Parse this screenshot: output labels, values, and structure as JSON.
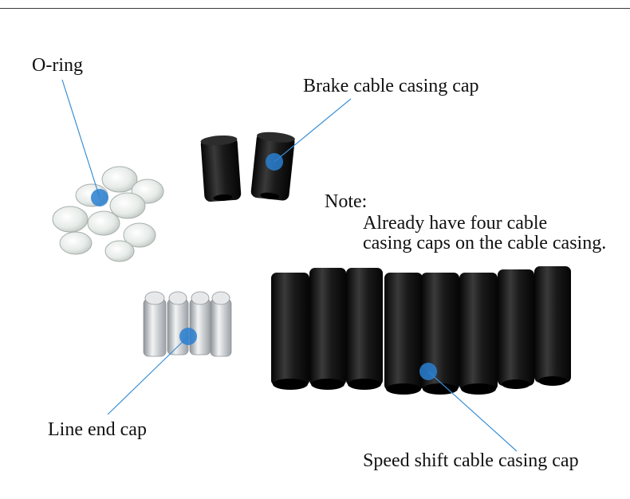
{
  "labels": {
    "o_ring": "O-ring",
    "brake_cap": "Brake cable casing cap",
    "note_title": "Note:",
    "note_line1": "Already have four cable",
    "note_line2": "casing caps on the cable casing.",
    "line_end_cap": "Line end cap",
    "speed_shift_cap": "Speed shift cable casing cap"
  },
  "colors": {
    "callout_line": "#3a8fd6",
    "callout_dot": "#2a7fd0",
    "part_black": "#141414",
    "part_silver": "#c9ccd0",
    "o_ring_clear": "#e8ecea"
  }
}
